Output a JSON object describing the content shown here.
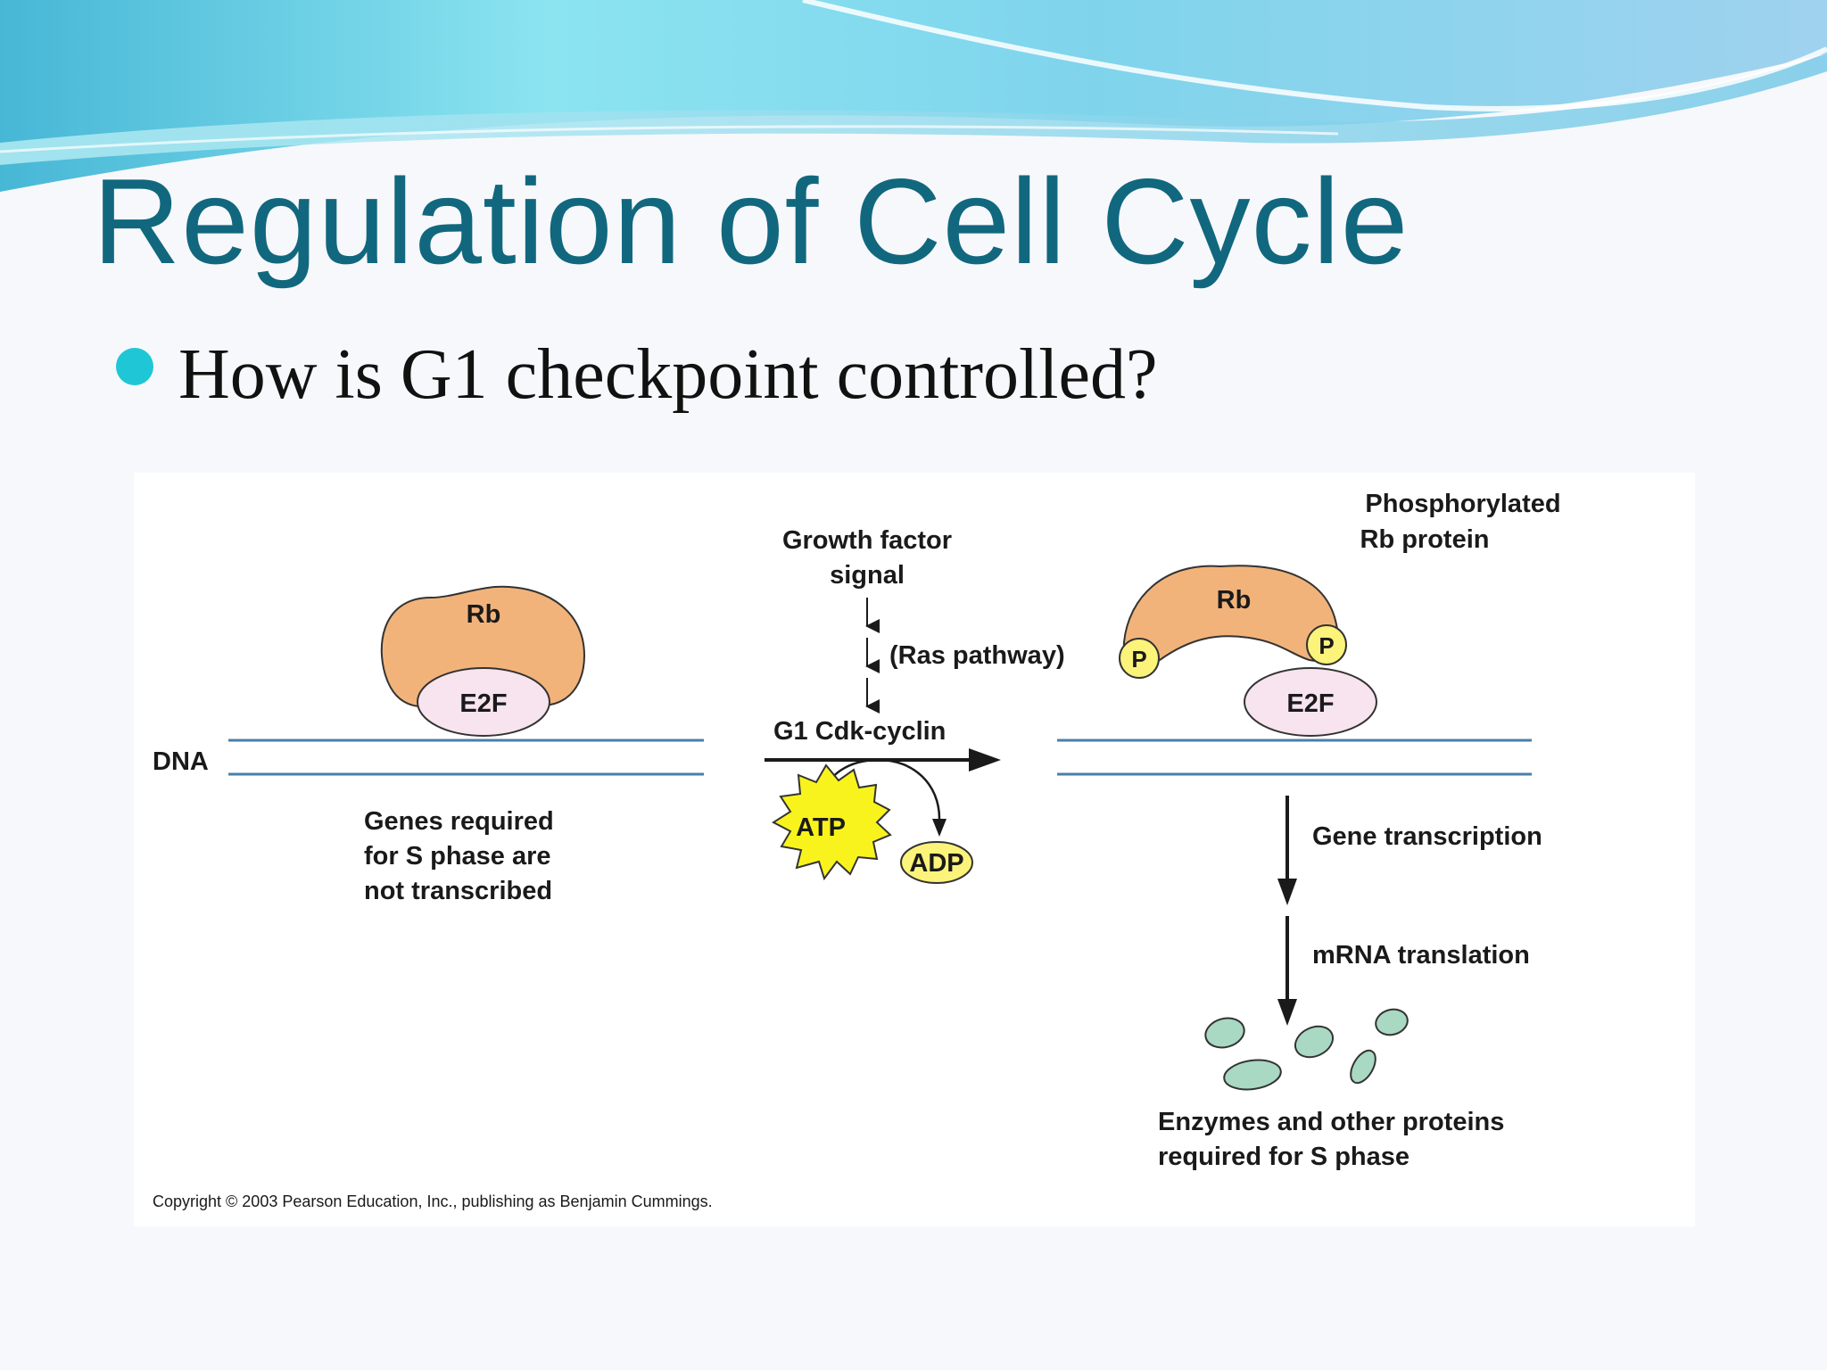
{
  "slide": {
    "title": "Regulation of Cell Cycle",
    "bullet": "How is G1 checkpoint controlled?"
  },
  "diagram": {
    "dna_label": "DNA",
    "left": {
      "rb_label": "Rb",
      "e2f_label": "E2F",
      "caption": [
        "Genes required",
        "for S phase are",
        "not transcribed"
      ]
    },
    "center": {
      "signal_label": [
        "Growth factor",
        "signal"
      ],
      "pathway_label": "(Ras pathway)",
      "cdk_label": "G1 Cdk-cyclin",
      "atp_label": "ATP",
      "adp_label": "ADP"
    },
    "right": {
      "rb_label": "Rb",
      "phosphate_label": "P",
      "phospho_caption": [
        "Phosphorylated",
        "Rb protein"
      ],
      "e2f_label": "E2F",
      "transcription_label": "Gene transcription",
      "translation_label": "mRNA translation",
      "proteins_caption": [
        "Enzymes and other proteins",
        "required for S phase"
      ]
    },
    "copyright": "Copyright © 2003 Pearson Education, Inc., publishing as Benjamin Cummings."
  },
  "colors": {
    "title": "#11687e",
    "bullet": "#1fc7d6",
    "rb_fill": "#f2b37a",
    "e2f_fill": "#f7e4ee",
    "phosphate_fill": "#fbf37a",
    "protein_fill": "#a9d8c3",
    "dna_line": "#4a7fa8"
  }
}
